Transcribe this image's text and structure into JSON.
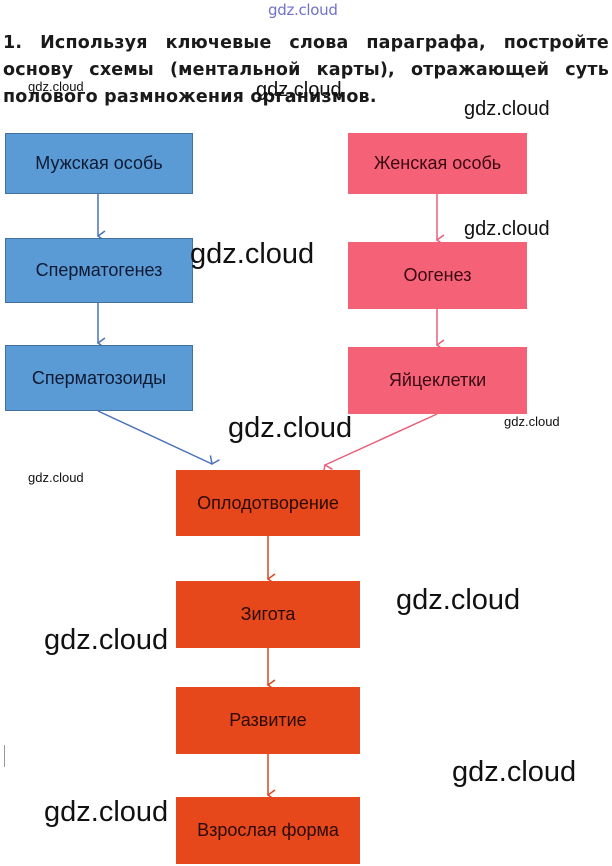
{
  "watermark_header": "gdz.cloud",
  "task": {
    "text": "1. Используя ключевые слова параграфа, постройте основу схемы (ментальной карты), отражающей суть полового размножения организмов."
  },
  "diagram": {
    "male_branch": {
      "color": "#5b9bd5",
      "nodes": [
        "Мужская особь",
        "Сперматогенез",
        "Сперматозоиды"
      ]
    },
    "female_branch": {
      "color": "#f56277",
      "nodes": [
        "Женская особь",
        "Оогенез",
        "Яйцеклетки"
      ]
    },
    "common_branch": {
      "color": "#e6481c",
      "nodes": [
        "Оплодотворение",
        "Зигота",
        "Развитие",
        "Взрослая форма"
      ]
    },
    "edges": [
      [
        "Мужская особь",
        "Сперматогенез"
      ],
      [
        "Сперматогенез",
        "Сперматозоиды"
      ],
      [
        "Женская особь",
        "Оогенез"
      ],
      [
        "Оогенез",
        "Яйцеклетки"
      ],
      [
        "Сперматозоиды",
        "Оплодотворение"
      ],
      [
        "Яйцеклетки",
        "Оплодотворение"
      ],
      [
        "Оплодотворение",
        "Зигота"
      ],
      [
        "Зигота",
        "Развитие"
      ],
      [
        "Развитие",
        "Взрослая форма"
      ]
    ]
  },
  "watermarks": [
    "gdz.cloud",
    "gdz.cloud",
    "gdz.cloud",
    "gdz.cloud",
    "gdz.cloud",
    "gdz.cloud",
    "gdz.cloud",
    "gdz.cloud",
    "gdz.cloud",
    "gdz.cloud",
    "gdz.cloud",
    "gdz.cloud"
  ]
}
